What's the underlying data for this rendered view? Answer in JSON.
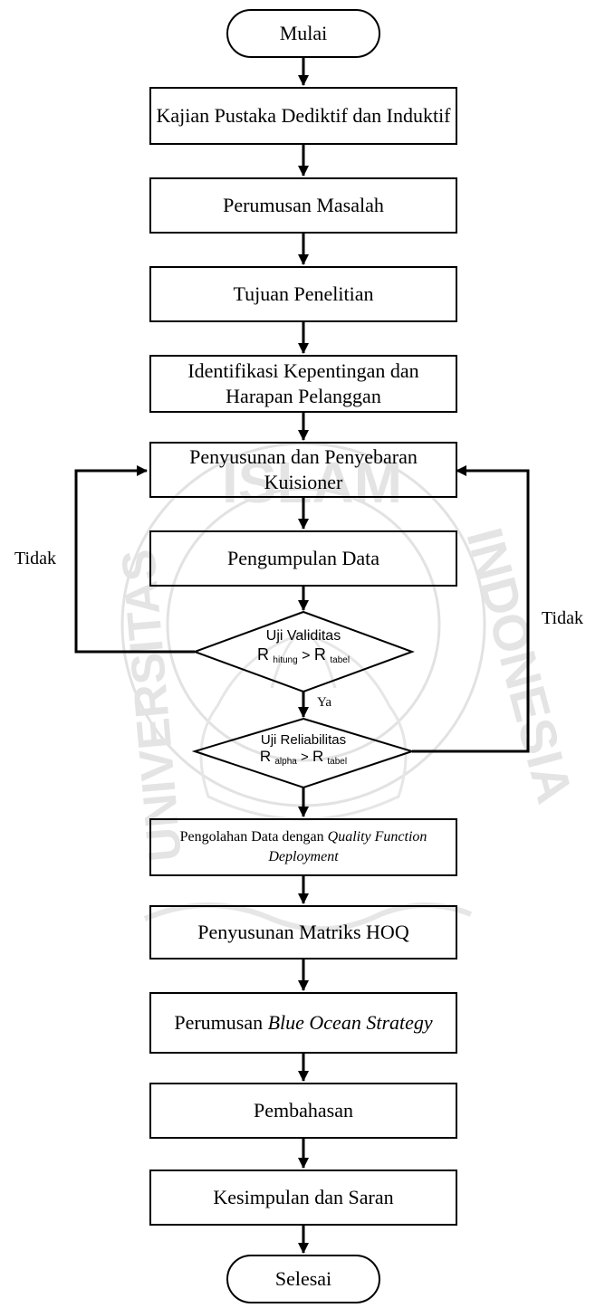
{
  "nodes": {
    "start": "Mulai",
    "kajian": "Kajian Pustaka Dediktif dan Induktif",
    "perumusan_masalah": "Perumusan Masalah",
    "tujuan": "Tujuan Penelitian",
    "identifikasi": "Identifikasi Kepentingan dan Harapan Pelanggan",
    "penyusunan_kuisioner": "Penyusunan dan Penyebaran Kuisioner",
    "pengumpulan": "Pengumpulan Data",
    "pengolahan_prefix": "Pengolahan Data dengan ",
    "pengolahan_italic": "Quality Function Deployment",
    "hoq": "Penyusunan Matriks HOQ",
    "bos_prefix": "Perumusan ",
    "bos_italic": "Blue Ocean Strategy",
    "pembahasan": "Pembahasan",
    "kesimpulan": "Kesimpulan dan Saran",
    "end": "Selesai"
  },
  "decisions": {
    "validitas": {
      "title": "Uji Validitas",
      "r": "R",
      "sub1": "hitung",
      "op": ">",
      "sub2": "tabel"
    },
    "reliabilitas": {
      "title": "Uji Reliabilitas",
      "r": "R",
      "sub1": "alpha",
      "op": ">",
      "sub2": "tabel"
    }
  },
  "labels": {
    "tidak_left": "Tidak",
    "tidak_right": "Tidak",
    "ya": "Ya"
  },
  "watermark": {
    "text_top": "ISLAM",
    "text_right": "INDONESIA",
    "text_left": "UNIVERSITAS",
    "color": "#d8d8d8"
  }
}
